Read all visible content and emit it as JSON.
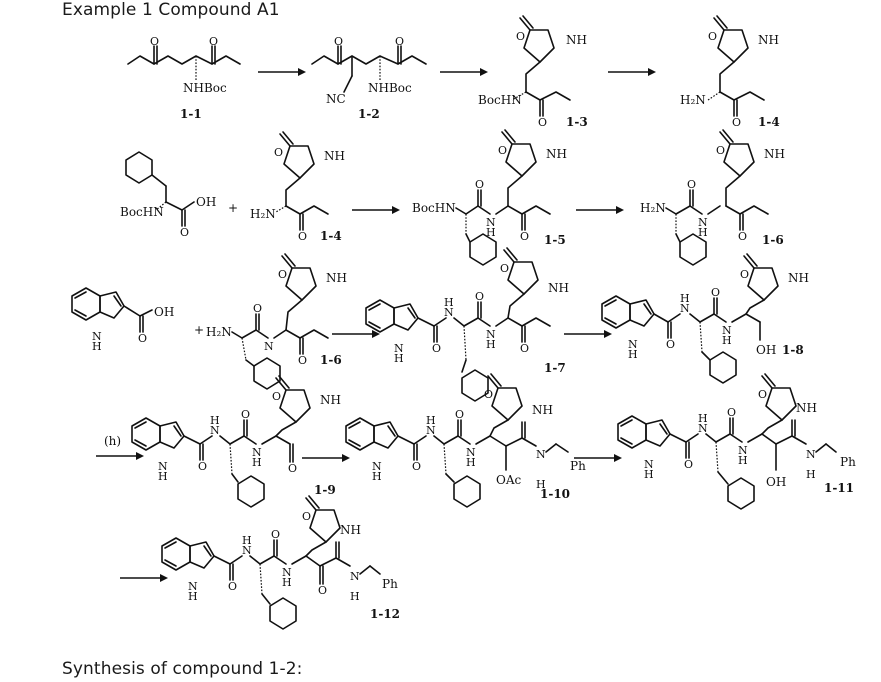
{
  "title": "Example 1 Compound A1",
  "footer": "Synthesis of compound 1-2:",
  "compounds": {
    "c1_1": "1-1",
    "c1_2": "1-2",
    "c1_3": "1-3",
    "c1_4": "1-4",
    "c1_4b": "1-4",
    "c1_5": "1-5",
    "c1_6": "1-6",
    "c1_6b": "1-6",
    "c1_7": "1-7",
    "c1_8": "1-8",
    "c1_9": "1-9",
    "c1_10": "1-10",
    "c1_11": "1-11",
    "c1_12": "1-12"
  },
  "atoms": {
    "nhboc": "NHBoc",
    "nc": "NC",
    "bochn": "BocHN",
    "h2n": "H₂N",
    "nh": "NH",
    "oh": "OH",
    "o": "O",
    "n": "N",
    "h": "H",
    "ph": "Ph",
    "oac": "OAc",
    "plus": "+",
    "step_h": "(h)"
  }
}
